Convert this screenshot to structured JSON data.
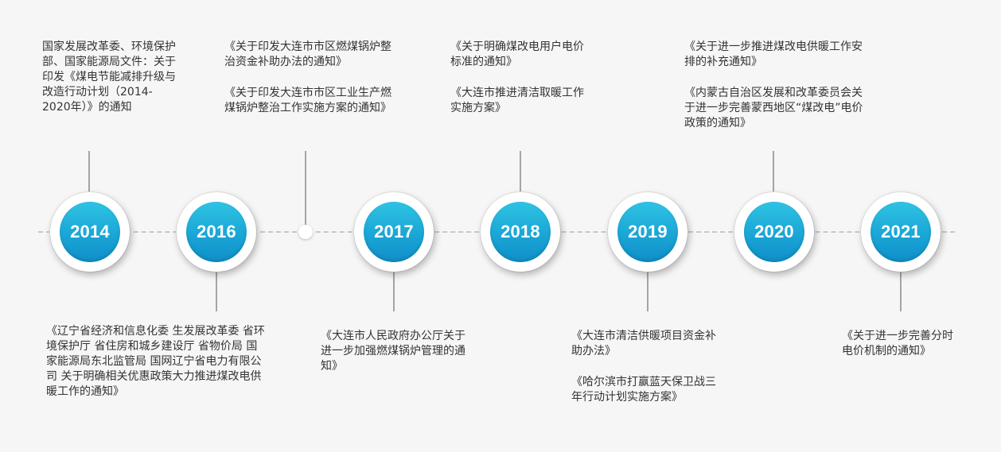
{
  "timeline": {
    "nodes": [
      {
        "year": "2014"
      },
      {
        "year": "2016"
      },
      {
        "year": "2017"
      },
      {
        "year": "2018"
      },
      {
        "year": "2019"
      },
      {
        "year": "2020"
      },
      {
        "year": "2021"
      }
    ],
    "top_texts": [
      {
        "lines": [
          "国家发展改革委、环境保护部、国家能源局文件：关于印发《煤电节能减排升级与改造行动计划（2014-2020年）》的通知"
        ]
      },
      {
        "lines": [
          "《关于印发大连市市区燃煤锅炉整治资金补助办法的通知》",
          "《关于印发大连市市区工业生产燃煤锅炉整治工作实施方案的通知》"
        ]
      },
      {
        "lines": [
          "《关于明确煤改电用户电价标准的通知》",
          "《大连市推进清洁取暖工作实施方案》"
        ]
      },
      {
        "lines": [
          "《关于进一步推进煤改电供暖工作安排的补充通知》",
          "《内蒙古自治区发展和改革委员会关于进一步完善蒙西地区“煤改电”电价政策的通知》"
        ]
      }
    ],
    "bottom_texts": [
      {
        "lines": [
          "《辽宁省经济和信息化委 生发展改革委 省环境保护厅 省住房和城乡建设厅 省物价局 国家能源局东北监管局 国网辽宁省电力有限公司 关于明确相关优惠政策大力推进煤改电供暖工作的通知》"
        ]
      },
      {
        "lines": [
          "《大连市人民政府办公厅关于进一步加强燃煤锅炉管理的通知》"
        ]
      },
      {
        "lines": [
          "《大连市清洁供暖项目资金补助办法》",
          "《哈尔滨市打赢蓝天保卫战三年行动计划实施方案》"
        ]
      },
      {
        "lines": [
          "《关于进一步完善分时电价机制的通知》"
        ]
      }
    ]
  }
}
